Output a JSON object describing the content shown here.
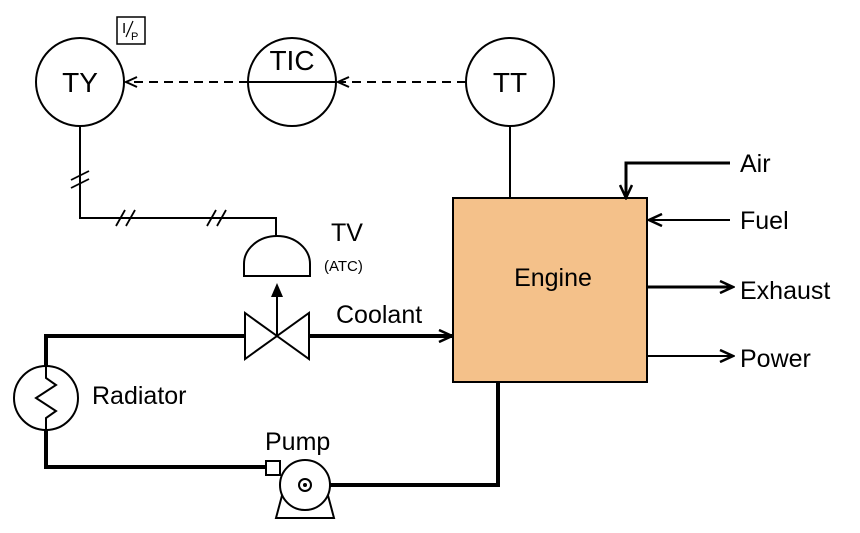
{
  "instruments": {
    "ty": "TY",
    "tic": "TIC",
    "tt": "TT",
    "converter_main": "I",
    "converter_sub": "P"
  },
  "valve": {
    "tag": "TV",
    "action": "(ATC)"
  },
  "engine": {
    "label": "Engine",
    "fill_color": "#F4C18A"
  },
  "streams": {
    "air": "Air",
    "fuel": "Fuel",
    "exhaust": "Exhaust",
    "power": "Power",
    "coolant": "Coolant"
  },
  "equipment": {
    "radiator": "Radiator",
    "pump": "Pump"
  }
}
